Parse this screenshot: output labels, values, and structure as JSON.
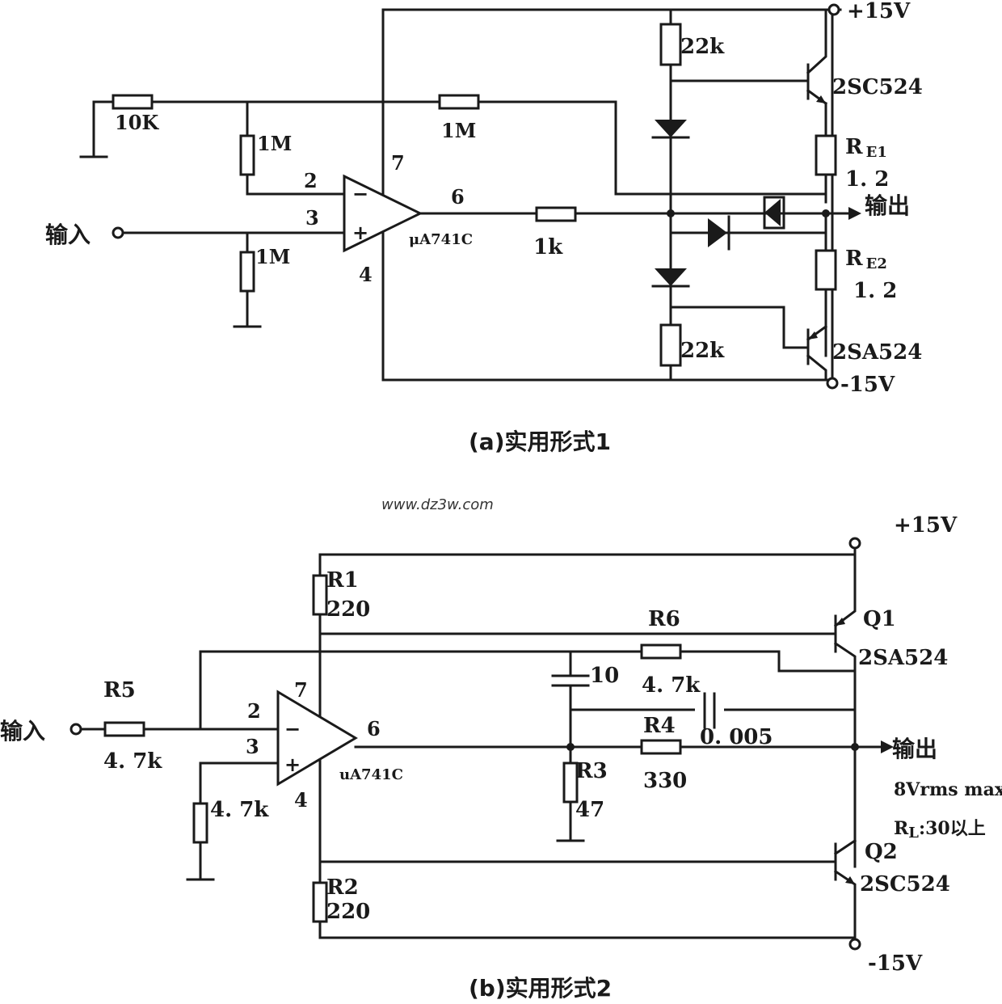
{
  "circuit_a": {
    "caption": "(a)实用形式1",
    "power_pos": "+15V",
    "power_neg": "-15V",
    "opamp": "μA741C",
    "pin_2": "2",
    "pin_3": "3",
    "pin_4": "4",
    "pin_6": "6",
    "pin_7": "7",
    "r_gnd": "10K",
    "r_feedback_top": "1M",
    "r_feedback": "1M",
    "r_input": "1M",
    "r_out": "1k",
    "r_bias_top": "22k",
    "r_bias_bottom": "22k",
    "q_top": "2SC524",
    "q_bottom": "2SA524",
    "re1_label": "R",
    "re1_sub": "E1",
    "re1_value": "1. 2",
    "re2_label": "R",
    "re2_sub": "E2",
    "re2_value": "1. 2",
    "input_label": "输入",
    "output_label": "输出"
  },
  "circuit_b": {
    "caption": "(b)实用形式2",
    "power_pos": "+15V",
    "power_neg": "-15V",
    "opamp": "uA741C",
    "pin_2": "2",
    "pin_3": "3",
    "pin_4": "4",
    "pin_6": "6",
    "pin_7": "7",
    "r1_name": "R1",
    "r1_value": "220",
    "r2_name": "R2",
    "r2_value": "220",
    "r3_name": "R3",
    "r3_value": "47",
    "r4_name": "R4",
    "r4_value": "330",
    "r5_name": "R5",
    "r5_value": "4. 7k",
    "r6_name": "R6",
    "r6_value": "4. 7k",
    "r_plus_value": "4. 7k",
    "c1_value": "10",
    "c2_value": "0. 005",
    "q1_name": "Q1",
    "q1_type": "2SA524",
    "q2_name": "Q2",
    "q2_type": "2SC524",
    "spec_voltage": "8Vrms max",
    "spec_load_prefix": "R",
    "spec_load_sub": "L",
    "spec_load_value": ":30以上",
    "input_label": "输入",
    "output_label": "输出"
  },
  "watermark": "www.dz3w.com"
}
